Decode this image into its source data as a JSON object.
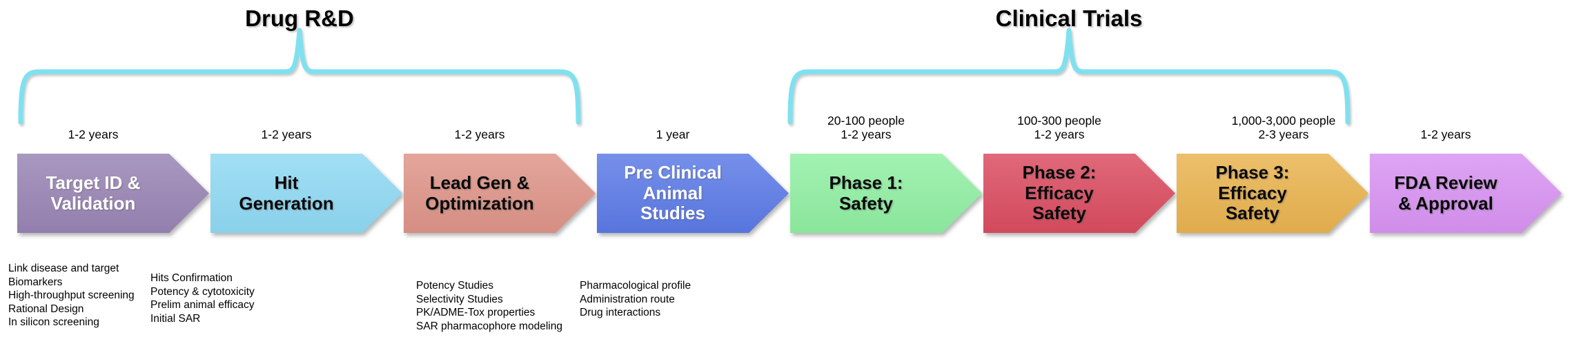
{
  "groups": [
    {
      "title": "Drug R&D"
    },
    {
      "title": "Clinical Trials"
    }
  ],
  "stages": [
    {
      "title": "Target ID &\nValidation",
      "label_line1": "",
      "label_line2": "1-2 years",
      "fill": "#9884B4",
      "text_color": "#FFFFFF"
    },
    {
      "title": "Hit\nGeneration",
      "label_line1": "",
      "label_line2": "1-2 years",
      "fill": "#8FD9F3",
      "text_color": "#0A0A0A"
    },
    {
      "title": "Lead Gen &\nOptimization",
      "label_line1": "",
      "label_line2": "1-2 years",
      "fill": "#DE9488",
      "text_color": "#0A0A0A"
    },
    {
      "title": "Pre Clinical\nAnimal\nStudies",
      "label_line1": "",
      "label_line2": "1 year",
      "fill": "#5B7AE6",
      "text_color": "#FFFFFF"
    },
    {
      "title": "Phase 1:\nSafety",
      "label_line1": "20-100 people",
      "label_line2": "1-2 years",
      "fill": "#90EFA2",
      "text_color": "#0A0A0A"
    },
    {
      "title": "Phase 2:\nEfficacy\nSafety",
      "label_line1": "100-300 people",
      "label_line2": "1-2 years",
      "fill": "#DA4C60",
      "text_color": "#0A0A0A"
    },
    {
      "title": "Phase 3:\nEfficacy\nSafety",
      "label_line1": "1,000-3,000 people",
      "label_line2": "2-3 years",
      "fill": "#E9B34F",
      "text_color": "#0A0A0A"
    },
    {
      "title": "FDA Review\n& Approval",
      "label_line1": "",
      "label_line2": "1-2 years",
      "fill": "#D893F2",
      "text_color": "#0A0A0A"
    }
  ],
  "details": [
    {
      "items": [
        "Link disease and target",
        "Biomarkers",
        "High-throughput screening",
        "Rational Design",
        "In silicon screening"
      ]
    },
    {
      "items": [
        "Hits Confirmation",
        "Potency & cytotoxicity",
        "Prelim animal efficacy",
        "Initial SAR"
      ]
    },
    {
      "items": [
        "Potency Studies",
        "Selectivity Studies",
        "PK/ADME-Tox properties",
        "SAR pharmacophore modeling"
      ]
    },
    {
      "items": [
        "Pharmacological profile",
        "Administration route",
        "Drug interactions"
      ]
    }
  ],
  "colors": {
    "brace": "#7FE1F0"
  }
}
